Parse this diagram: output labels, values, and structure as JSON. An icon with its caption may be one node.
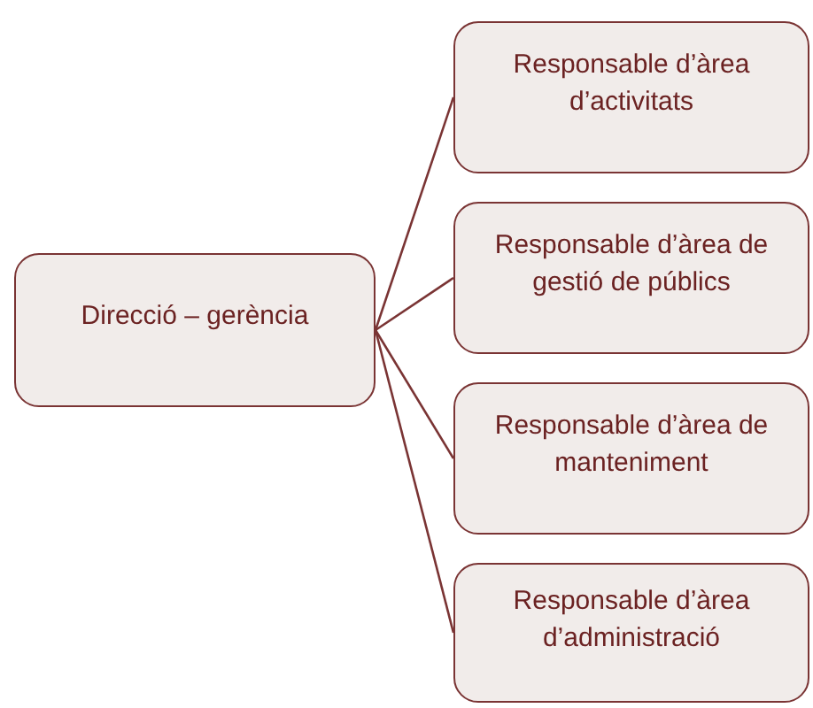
{
  "diagram": {
    "nodes": [
      {
        "text": [
          "Direcció – gerència"
        ]
      },
      {
        "text": [
          "Responsable d’àrea d’activitats"
        ]
      },
      {
        "text": [
          "Responsable d’àrea de gestió de públics"
        ]
      },
      {
        "text": [
          "Responsable d’àrea de manteniment"
        ]
      },
      {
        "text": [
          "Responsable d’àrea d’administració"
        ]
      }
    ],
    "edges": [
      {
        "from": 0,
        "to": 1,
        "arrow": "none"
      },
      {
        "from": 0,
        "to": 2,
        "arrow": "none"
      },
      {
        "from": 0,
        "to": 3,
        "arrow": "none"
      },
      {
        "from": 0,
        "to": 4,
        "arrow": "none"
      }
    ]
  }
}
